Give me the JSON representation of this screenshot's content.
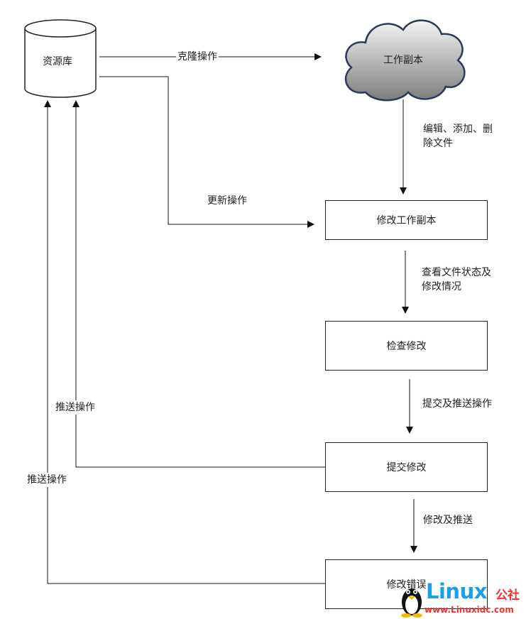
{
  "nodes": {
    "repository": "资源库",
    "working_copy": "工作副本",
    "modify_working_copy": "修改工作副本",
    "check_changes": "检查修改",
    "commit_changes": "提交修改",
    "fix_errors": "修改错误"
  },
  "edges": {
    "clone": "克隆操作",
    "update": "更新操作",
    "edit_line1": "编辑、添加、删",
    "edit_line2": "除文件",
    "status_line1": "查看文件状态及",
    "status_line2": "修改情况",
    "commit_push": "提交及推送操作",
    "fix_push": "修改及推送",
    "push_1": "推送操作",
    "push_2": "推送操作"
  },
  "watermark": {
    "logo": "Linux",
    "suffix": "公社",
    "url": "www.Linuxidc.com"
  }
}
